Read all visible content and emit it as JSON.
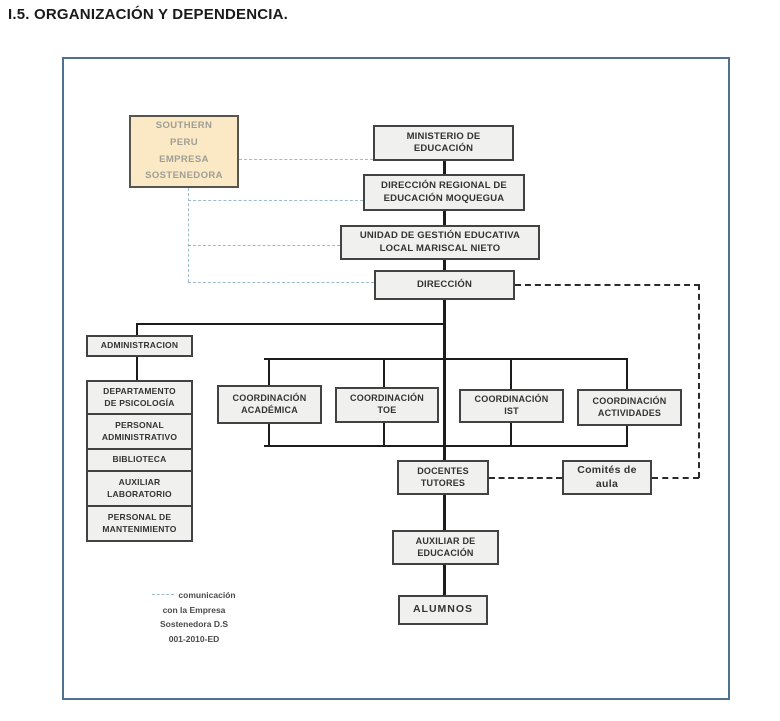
{
  "page": {
    "title": "I.5. ORGANIZACIÓN Y DEPENDENCIA."
  },
  "diagram": {
    "nodes": {
      "southern": {
        "label": "SOUTHERN\nPERU\nEMPRESA\nSOSTENEDORA"
      },
      "ministerio": {
        "label": "MINISTERIO DE\nEDUCACIÓN"
      },
      "regional": {
        "label": "DIRECCIÓN REGIONAL DE\nEDUCACIÓN MOQUEGUA"
      },
      "unidad": {
        "label": "UNIDAD DE GESTIÓN EDUCATIVA\nLOCAL MARISCAL NIETO"
      },
      "direccion": {
        "label": "DIRECCIÓN"
      },
      "administracion": {
        "label": "ADMINISTRACION"
      },
      "psicologia": {
        "label": "DEPARTAMENTO\nDE PSICOLOGÍA"
      },
      "personal_admin": {
        "label": "PERSONAL\nADMINISTRATIVO"
      },
      "biblioteca": {
        "label": "BIBLIOTECA"
      },
      "aux_laboratorio": {
        "label": "AUXILIAR\nLABORATORIO"
      },
      "mantenimiento": {
        "label": "PERSONAL DE\nMANTENIMIENTO"
      },
      "coord_academica": {
        "label": "COORDINACIÓN\nACADÉMICA"
      },
      "coord_toe": {
        "label": "COORDINACIÓN\nTOE"
      },
      "coord_ist": {
        "label": "COORDINACIÓN\nIST"
      },
      "coord_actividades": {
        "label": "COORDINACIÓN\nACTIVIDADES"
      },
      "docentes": {
        "label": "DOCENTES\nTUTORES"
      },
      "comites": {
        "label": "Comités de\naula"
      },
      "auxiliar_educacion": {
        "label": "AUXILIAR DE\nEDUCACIÓN"
      },
      "alumnos": {
        "label": "ALUMNOS"
      }
    },
    "edges": [
      {
        "from": "ministerio",
        "to": "regional",
        "style": "solid"
      },
      {
        "from": "regional",
        "to": "unidad",
        "style": "solid"
      },
      {
        "from": "unidad",
        "to": "direccion",
        "style": "solid"
      },
      {
        "from": "direccion",
        "to": "administracion",
        "style": "solid"
      },
      {
        "from": "administracion",
        "to": "psicologia-stack",
        "style": "solid"
      },
      {
        "from": "direccion",
        "to": "coord_academica",
        "style": "solid"
      },
      {
        "from": "direccion",
        "to": "coord_toe",
        "style": "solid"
      },
      {
        "from": "direccion",
        "to": "coord_ist",
        "style": "solid"
      },
      {
        "from": "direccion",
        "to": "coord_actividades",
        "style": "solid"
      },
      {
        "from": "coordinaciones",
        "to": "docentes",
        "style": "solid"
      },
      {
        "from": "docentes",
        "to": "auxiliar_educacion",
        "style": "solid"
      },
      {
        "from": "auxiliar_educacion",
        "to": "alumnos",
        "style": "solid"
      },
      {
        "from": "direccion",
        "to": "comites",
        "style": "dashed-black"
      },
      {
        "from": "docentes",
        "to": "comites",
        "style": "dashed-black"
      },
      {
        "from": "southern",
        "to": "ministerio",
        "style": "dashed-blue"
      },
      {
        "from": "southern",
        "to": "regional",
        "style": "dashed-blue"
      },
      {
        "from": "southern",
        "to": "unidad",
        "style": "dashed-blue"
      },
      {
        "from": "southern",
        "to": "direccion",
        "style": "dashed-blue"
      }
    ],
    "legend": {
      "line1": "comunicación",
      "line2": "con la Empresa",
      "line3": "Sostenedora D.S",
      "line4": "001-2010-ED"
    },
    "colors": {
      "frame_border": "#50718e",
      "node_fill": "#f0f0ef",
      "node_border": "#424242",
      "highlight_fill": "#fbe8c4",
      "highlight_text": "#9e9e96",
      "dashed_blue": "#9cbbcd",
      "line_black": "#1c1c1c"
    }
  }
}
